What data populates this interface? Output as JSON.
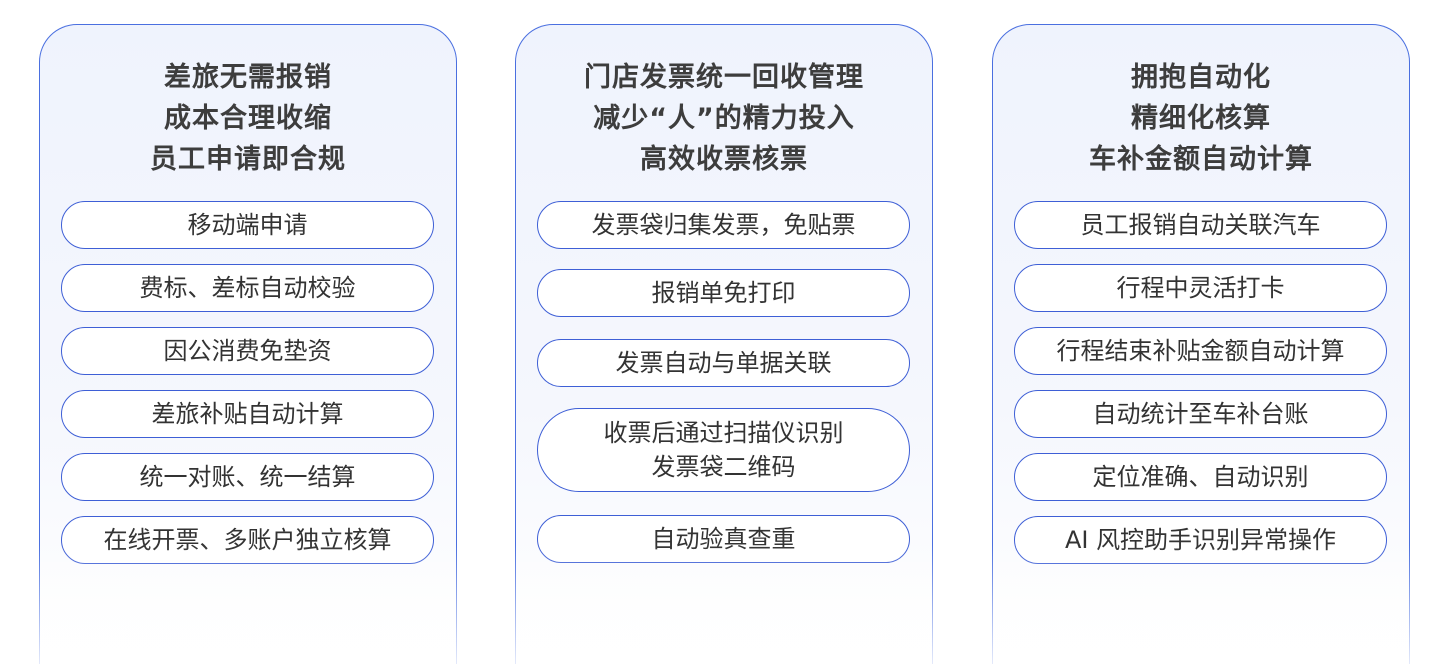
{
  "cards": [
    {
      "title": [
        "差旅无需报销",
        "成本合理收缩",
        "员工申请即合规"
      ],
      "items": [
        {
          "lines": [
            "移动端申请"
          ]
        },
        {
          "lines": [
            "费标、差标自动校验"
          ]
        },
        {
          "lines": [
            "因公消费免垫资"
          ]
        },
        {
          "lines": [
            "差旅补贴自动计算"
          ]
        },
        {
          "lines": [
            "统一对账、统一结算"
          ]
        },
        {
          "lines": [
            "在线开票、多账户独立核算"
          ]
        }
      ]
    },
    {
      "title": [
        "门店发票统一回收管理",
        "减少“人”的精力投入",
        "高效收票核票"
      ],
      "items": [
        {
          "lines": [
            "发票袋归集发票，免贴票"
          ]
        },
        {
          "lines": [
            "报销单免打印"
          ]
        },
        {
          "lines": [
            "发票自动与单据关联"
          ]
        },
        {
          "lines": [
            "收票后通过扫描仪识别",
            "发票袋二维码"
          ]
        },
        {
          "lines": [
            "自动验真查重"
          ]
        }
      ]
    },
    {
      "title": [
        "拥抱自动化",
        "精细化核算",
        "车补金额自动计算"
      ],
      "items": [
        {
          "lines": [
            "员工报销自动关联汽车"
          ]
        },
        {
          "lines": [
            "行程中灵活打卡"
          ]
        },
        {
          "lines": [
            "行程结束补贴金额自动计算"
          ]
        },
        {
          "lines": [
            "自动统计至车补台账"
          ]
        },
        {
          "lines": [
            "定位准确、自动识别"
          ]
        },
        {
          "lines": [
            "AI 风控助手识别异常操作"
          ]
        }
      ]
    }
  ]
}
